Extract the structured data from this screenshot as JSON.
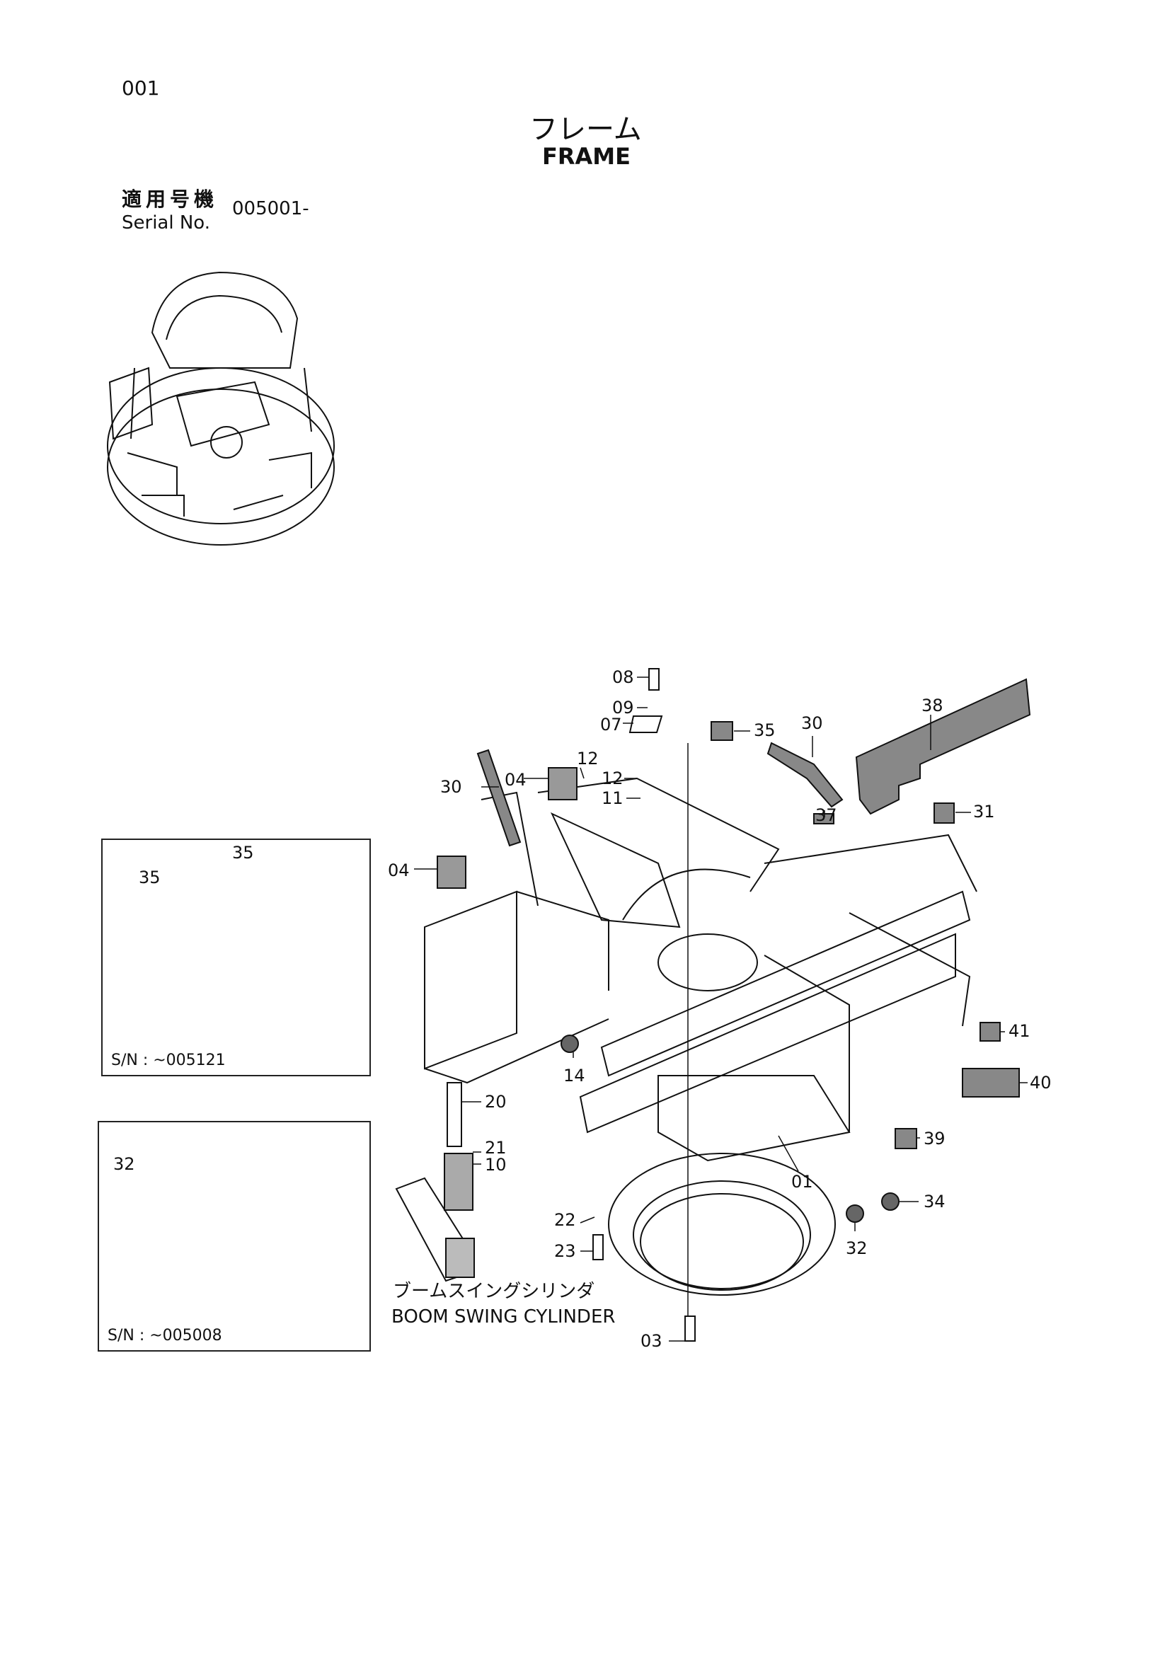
{
  "header": {
    "page_number": "001",
    "title_jp": "フレーム",
    "title_en": "FRAME",
    "serial_label_jp": "適用号機",
    "serial_label_en": "Serial No.",
    "serial_value": "005001-"
  },
  "inset_boxes": [
    {
      "caption": "S/N : ~005121",
      "labels": [
        "35",
        "35"
      ]
    },
    {
      "caption": "S/N : ~005008",
      "labels": [
        "32"
      ]
    }
  ],
  "callouts": {
    "p08": "08",
    "p09": "09",
    "p07": "07",
    "p35a": "35",
    "p30a": "30",
    "p38": "38",
    "p12a": "12",
    "p12b": "12",
    "p04a": "04",
    "p30b": "30",
    "p11": "11",
    "p37": "37",
    "p31": "31",
    "p04b": "04",
    "p41": "41",
    "p40": "40",
    "p14": "14",
    "p20": "20",
    "p21": "21",
    "p10": "10",
    "p39": "39",
    "p01": "01",
    "p34": "34",
    "p22": "22",
    "p23": "23",
    "p32": "32",
    "p03": "03"
  },
  "cylinder_label": {
    "jp": "ブームスイングシリンダ",
    "en": "BOOM SWING CYLINDER"
  }
}
